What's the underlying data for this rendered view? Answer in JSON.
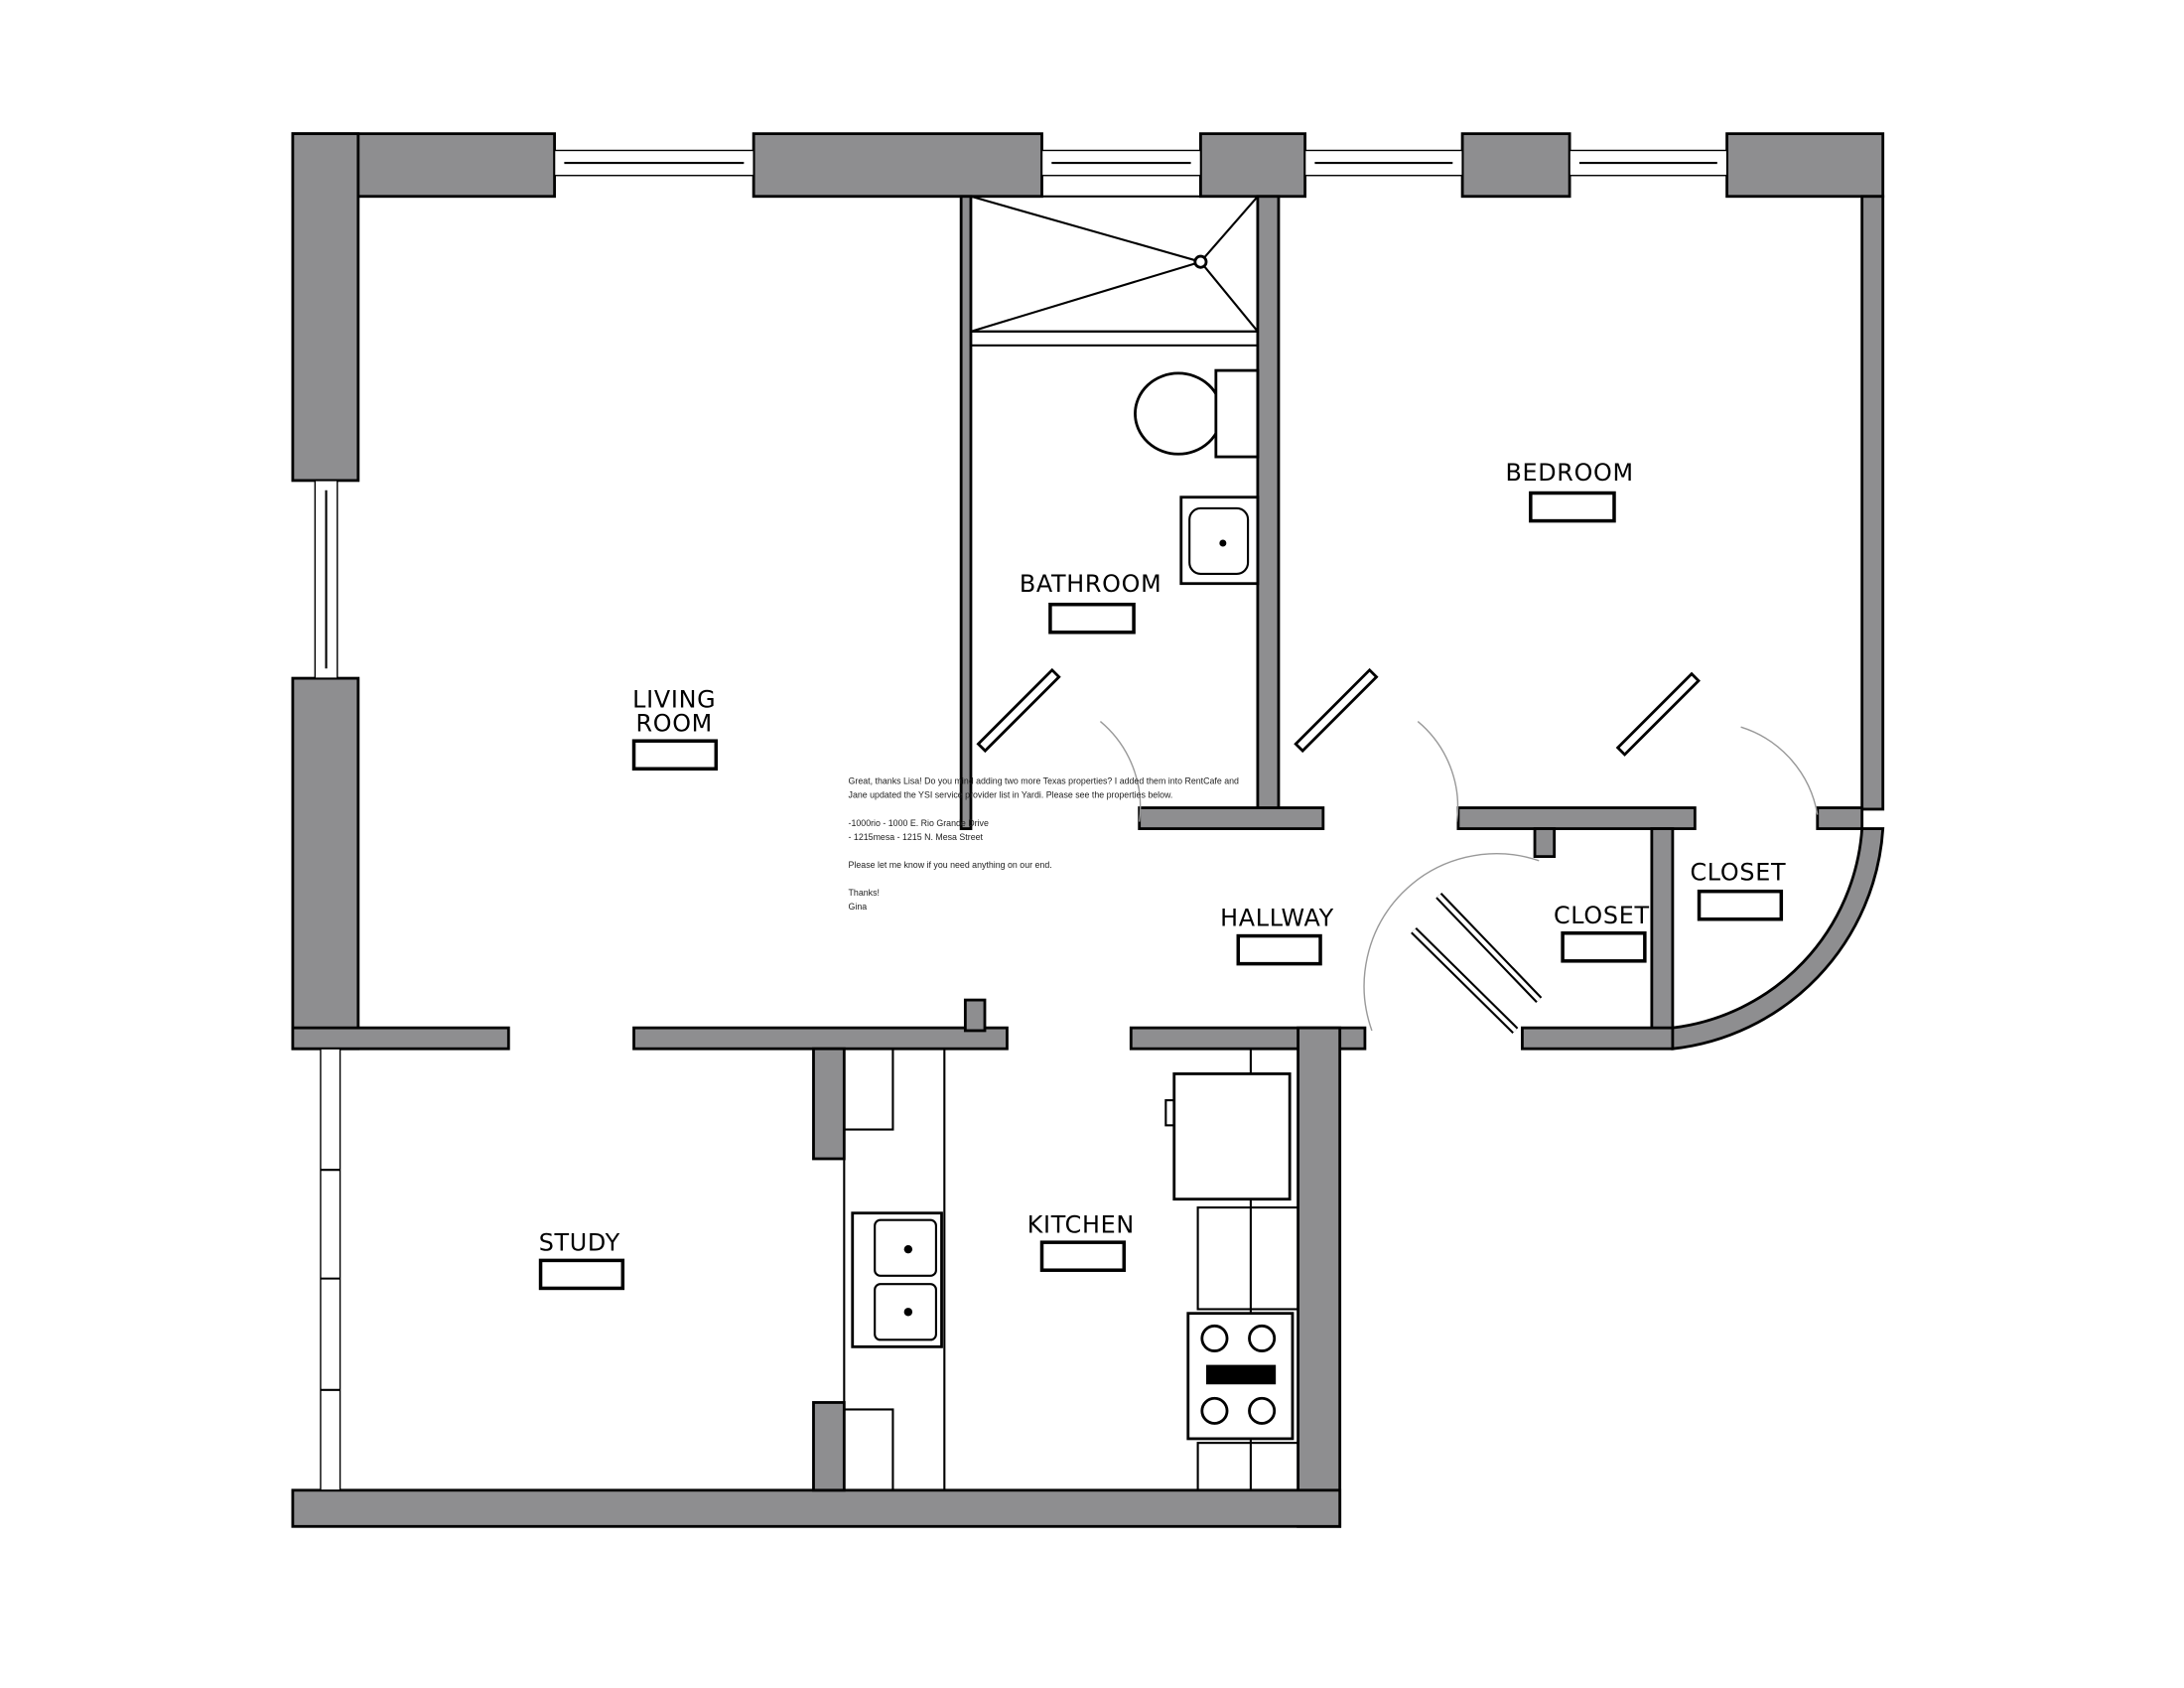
{
  "rooms": {
    "living_room_line1": "LIVING",
    "living_room_line2": "ROOM",
    "bathroom": "BATHROOM",
    "bedroom": "BEDROOM",
    "hallway": "HALLWAY",
    "closet_1": "CLOSET",
    "closet_2": "CLOSET",
    "study": "STUDY",
    "kitchen": "KITCHEN"
  },
  "note": {
    "line1": "Great, thanks Lisa! Do you mind adding two more Texas properties? I added them into RentCafe and",
    "line2": "Jane updated the YSI service provider list in Yardi. Please see the properties below.",
    "line3": "-1000rio - 1000 E. Rio Grande Drive",
    "line4": "- 1215mesa - 1215 N. Mesa Street",
    "line5": "Please let me know if you need anything on our end.",
    "line6": "Thanks!",
    "line7": "Gina"
  },
  "colors": {
    "wall": "#8e8e90",
    "background": "#ffffff"
  }
}
